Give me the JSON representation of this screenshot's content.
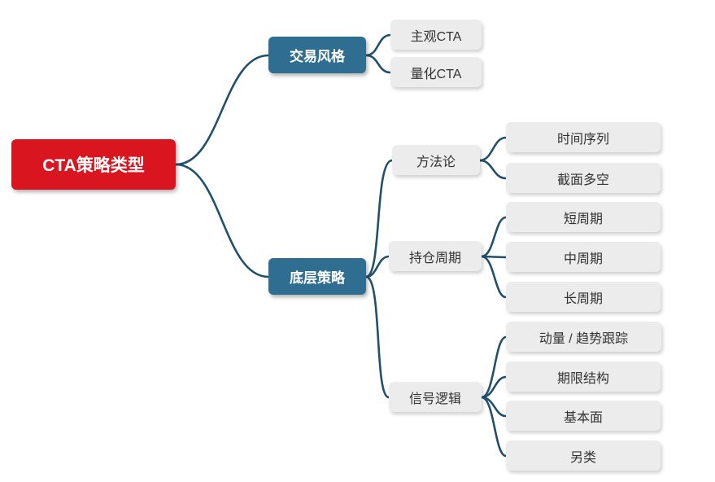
{
  "diagram": {
    "title": "CTA策略类型",
    "root": {
      "label": "CTA策略类型"
    },
    "branches": [
      {
        "label": "交易风格",
        "children": [
          {
            "label": "主观CTA"
          },
          {
            "label": "量化CTA"
          }
        ]
      },
      {
        "label": "底层策略",
        "children": [
          {
            "label": "方法论",
            "children": [
              {
                "label": "时间序列"
              },
              {
                "label": "截面多空"
              }
            ]
          },
          {
            "label": "持仓周期",
            "children": [
              {
                "label": "短周期"
              },
              {
                "label": "中周期"
              },
              {
                "label": "长周期"
              }
            ]
          },
          {
            "label": "信号逻辑",
            "children": [
              {
                "label": "动量 / 趋势跟踪"
              },
              {
                "label": "期限结构"
              },
              {
                "label": "基本面"
              },
              {
                "label": "另类"
              }
            ]
          }
        ]
      }
    ],
    "colors": {
      "root_bg": "#d9161f",
      "branch_bg": "#2f6e91",
      "node_bg": "#ececec",
      "node_text": "#333333",
      "connector": "#20506a",
      "background": "#ffffff"
    }
  }
}
